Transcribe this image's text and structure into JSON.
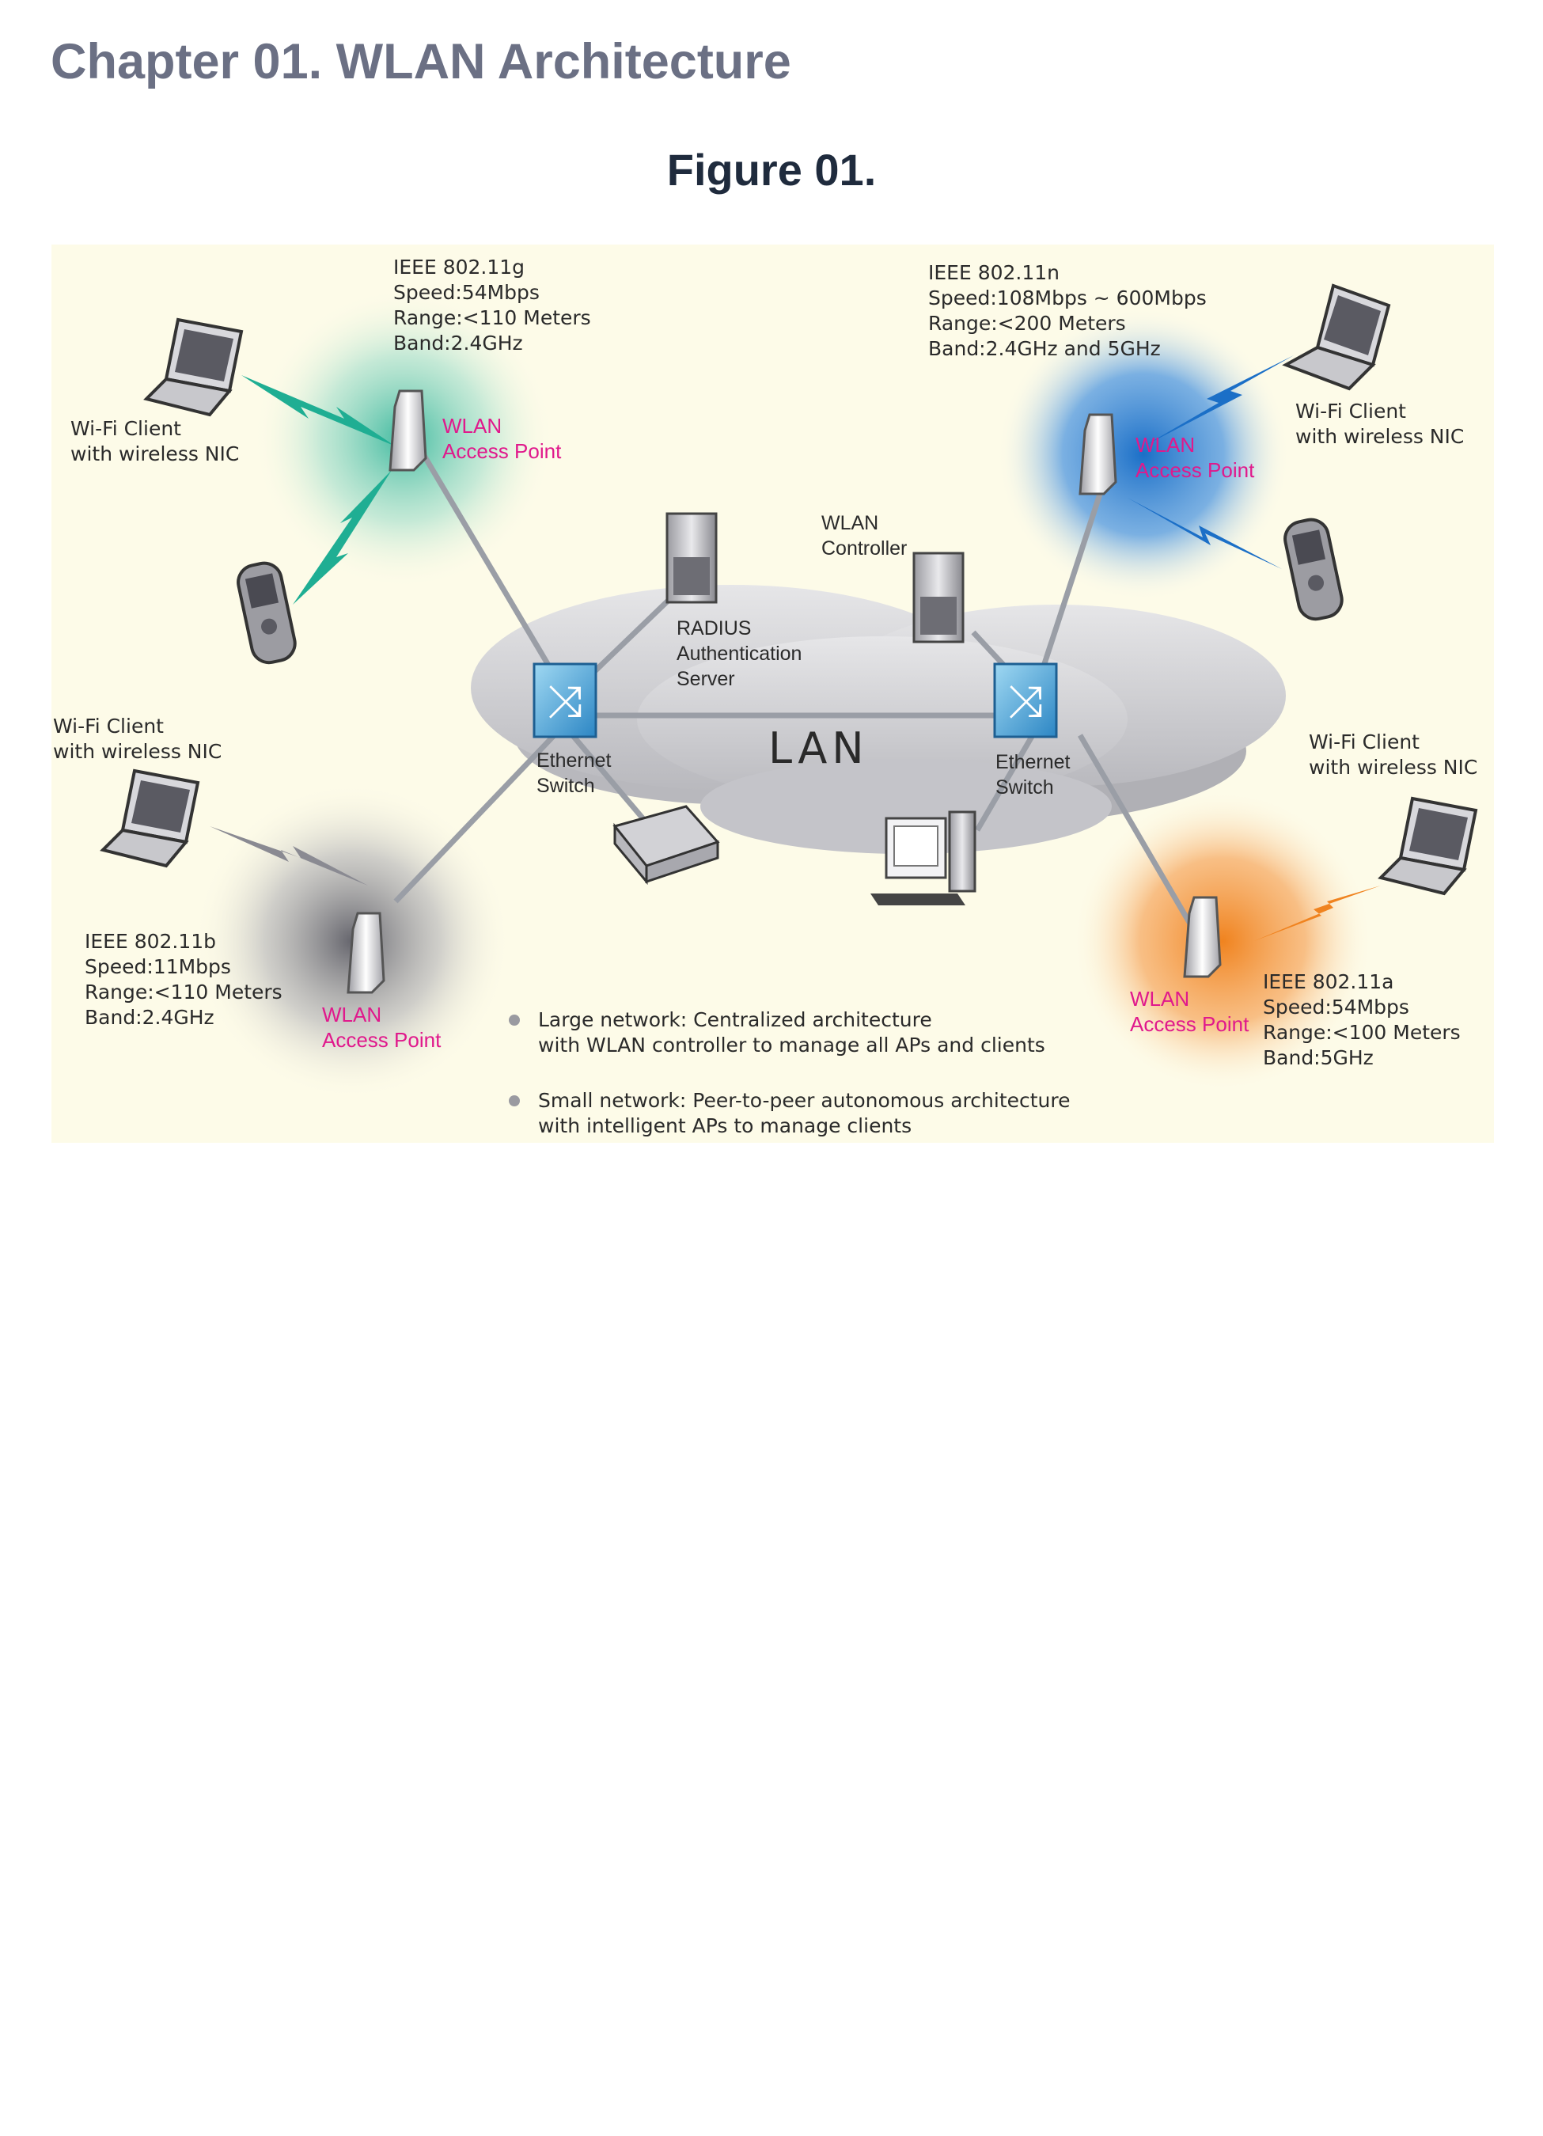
{
  "chapter_title": "Chapter 01. WLAN Architecture",
  "figure_title": "Figure 01.",
  "colors": {
    "diagram_background": "#fdfbe8",
    "ap_label": "#e0198c",
    "band_802_11g": "#1fae93",
    "band_802_11n": "#1b6fc7",
    "band_802_11b": "#8a8a92",
    "band_802_11a": "#f0831f"
  },
  "diagram": {
    "std_g": {
      "l1": "IEEE 802.11g",
      "l2": "Speed:54Mbps",
      "l3": "Range:<110 Meters",
      "l4": "Band:2.4GHz"
    },
    "std_n": {
      "l1": "IEEE 802.11n",
      "l2": "Speed:108Mbps ~ 600Mbps",
      "l3": "Range:<200 Meters",
      "l4": "Band:2.4GHz and 5GHz"
    },
    "std_b": {
      "l1": "IEEE 802.11b",
      "l2": "Speed:11Mbps",
      "l3": "Range:<110 Meters",
      "l4": "Band:2.4GHz"
    },
    "std_a": {
      "l1": "IEEE 802.11a",
      "l2": "Speed:54Mbps",
      "l3": "Range:<100 Meters",
      "l4": "Band:5GHz"
    },
    "client": {
      "l1": "Wi-Fi Client",
      "l2": "with wireless NIC"
    },
    "access_point": {
      "l1": "WLAN",
      "l2": "Access Point"
    },
    "controller": {
      "l1": "WLAN",
      "l2": "Controller"
    },
    "radius": {
      "l1": "RADIUS",
      "l2": "Authentication",
      "l3": "Server"
    },
    "switch": {
      "l1": "Ethernet",
      "l2": "Switch"
    },
    "lan": "LAN",
    "notes": {
      "large_l1": "Large network: Centralized architecture",
      "large_l2": "with WLAN controller to manage all APs and clients",
      "small_l1": "Small network: Peer-to-peer autonomous architecture",
      "small_l2": "with intelligent APs to manage clients"
    }
  }
}
